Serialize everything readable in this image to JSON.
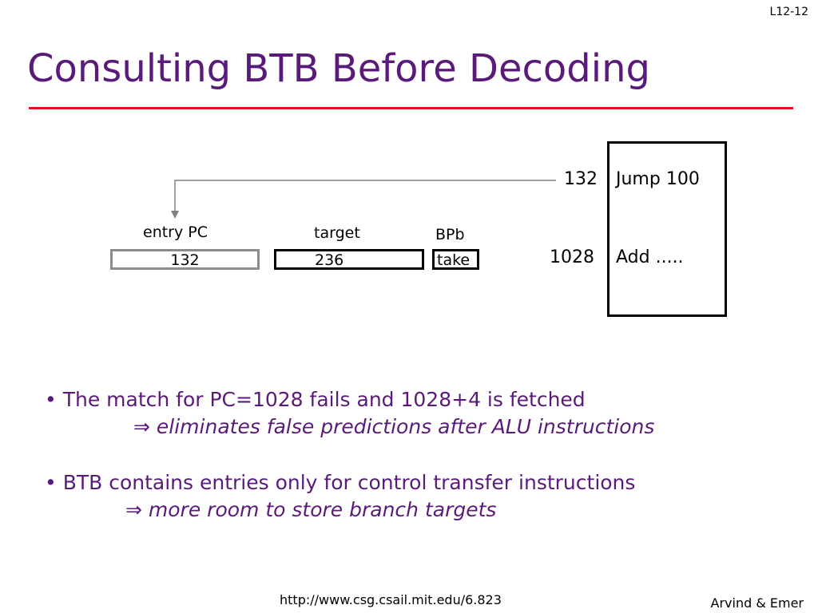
{
  "slide": {
    "number": "L12-12",
    "title": "Consulting BTB Before Decoding"
  },
  "btb": {
    "entry_pc_label": "entry PC",
    "entry_pc_value": "132",
    "target_label": "target",
    "target_value": "236",
    "bpb_label": "BPb",
    "bpb_value": "take"
  },
  "memory": {
    "rows": [
      {
        "address": "132",
        "instruction": "Jump 100"
      },
      {
        "address": "1028",
        "instruction": "Add ....."
      }
    ]
  },
  "bullets": [
    {
      "text": "The match for PC=1028 fails and 1028+4 is fetched",
      "implication": "eliminates false predictions after ALU instructions"
    },
    {
      "text": "BTB contains entries only for control transfer instructions",
      "implication": "more room to store branch targets"
    }
  ],
  "symbols": {
    "bullet": "•",
    "implies": "⇒"
  },
  "footer": {
    "url": "http://www.csg.csail.mit.edu/6.823",
    "authors": "Arvind & Emer"
  },
  "colors": {
    "title": "#5a1a7a",
    "rule": "#e0141e",
    "connector": "#808080"
  }
}
